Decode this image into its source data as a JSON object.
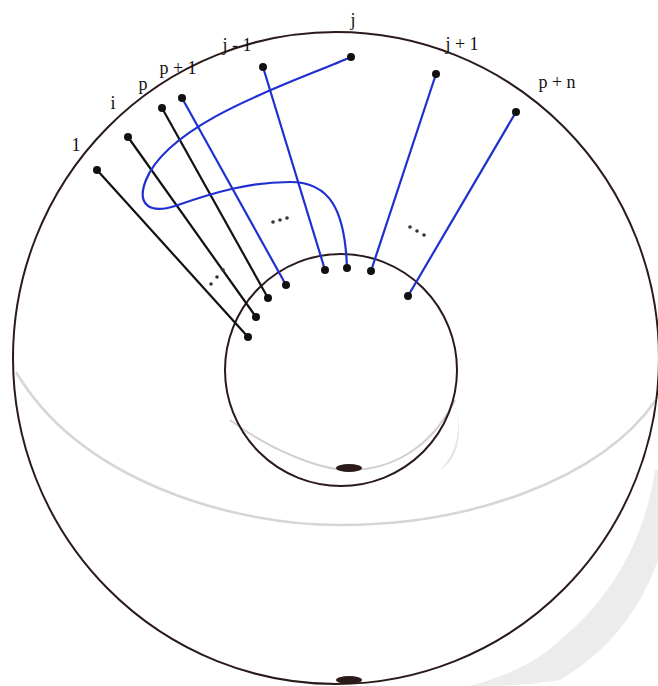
{
  "diagram": {
    "labels": [
      "1",
      "i",
      "p",
      "p + 1",
      "j - 1",
      "j",
      "j + 1",
      "p + n"
    ]
  }
}
